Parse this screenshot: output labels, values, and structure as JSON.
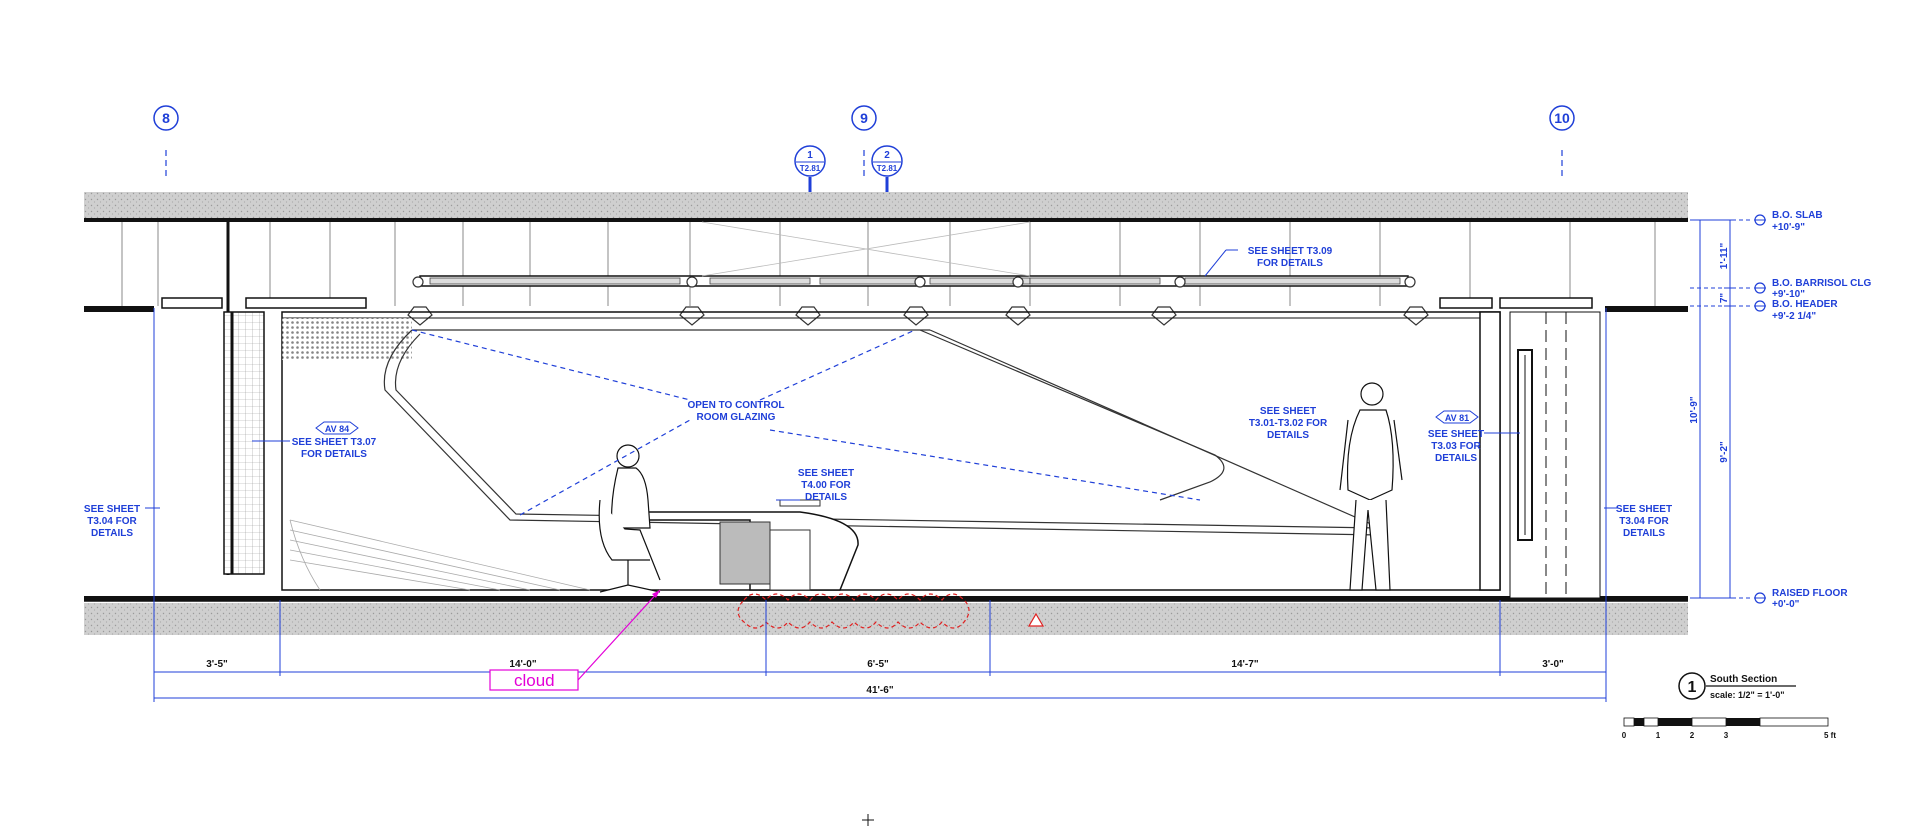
{
  "grid_lines": [
    {
      "label": "8"
    },
    {
      "label": "9"
    },
    {
      "label": "10"
    }
  ],
  "section_callouts": [
    {
      "number": "1",
      "sheet": "T2.81"
    },
    {
      "number": "2",
      "sheet": "T2.81"
    }
  ],
  "notes": {
    "sheet_t309": [
      "SEE SHEET T3.09",
      "FOR DETAILS"
    ],
    "av84": "AV 84",
    "sheet_t307": [
      "SEE SHEET T3.07",
      "FOR DETAILS"
    ],
    "glazing": [
      "OPEN TO CONTROL",
      "ROOM GLAZING"
    ],
    "sheet_t301": [
      "SEE SHEET",
      "T3.01-T3.02 FOR",
      "DETAILS"
    ],
    "av81": "AV 81",
    "sheet_t303": [
      "SEE SHEET",
      "T3.03 FOR",
      "DETAILS"
    ],
    "sheet_t400": [
      "SEE SHEET",
      "T4.00 FOR",
      "DETAILS"
    ],
    "sheet_t304_left": [
      "SEE SHEET",
      "T3.04 FOR",
      "DETAILS"
    ],
    "sheet_t304_right": [
      "SEE SHEET",
      "T3.04 FOR",
      "DETAILS"
    ]
  },
  "elevations": [
    {
      "name": "B.O. SLAB",
      "value": "+10'-9\""
    },
    {
      "name": "B.O. BARRISOL CLG",
      "value": "+9'-10\""
    },
    {
      "name": "B.O. HEADER",
      "value": "+9'-2 1/4\""
    },
    {
      "name": "RAISED FLOOR",
      "value": "+0'-0\""
    }
  ],
  "vertical_dims": {
    "top": "1'-11\"",
    "middle": "7\"",
    "overall": "10'-9\"",
    "lower": "9'-2\""
  },
  "horizontal_dims": {
    "segments": [
      "3'-5\"",
      "14'-0\"",
      "6'-5\"",
      "14'-7\"",
      "3'-0\""
    ],
    "total": "41'-6\""
  },
  "markup": {
    "label": "cloud"
  },
  "title_block": {
    "number": "1",
    "title": "South Section",
    "scale": "scale: 1/2\" = 1'-0\""
  },
  "scale_bar": {
    "ticks": [
      "0",
      "1",
      "2",
      "3",
      "5 ft"
    ]
  },
  "colors": {
    "annotation_blue": "#1f3fd8",
    "markup_magenta": "#e400d8",
    "revision_red": "#e02020",
    "slab_gray": "#c8c8c8"
  }
}
